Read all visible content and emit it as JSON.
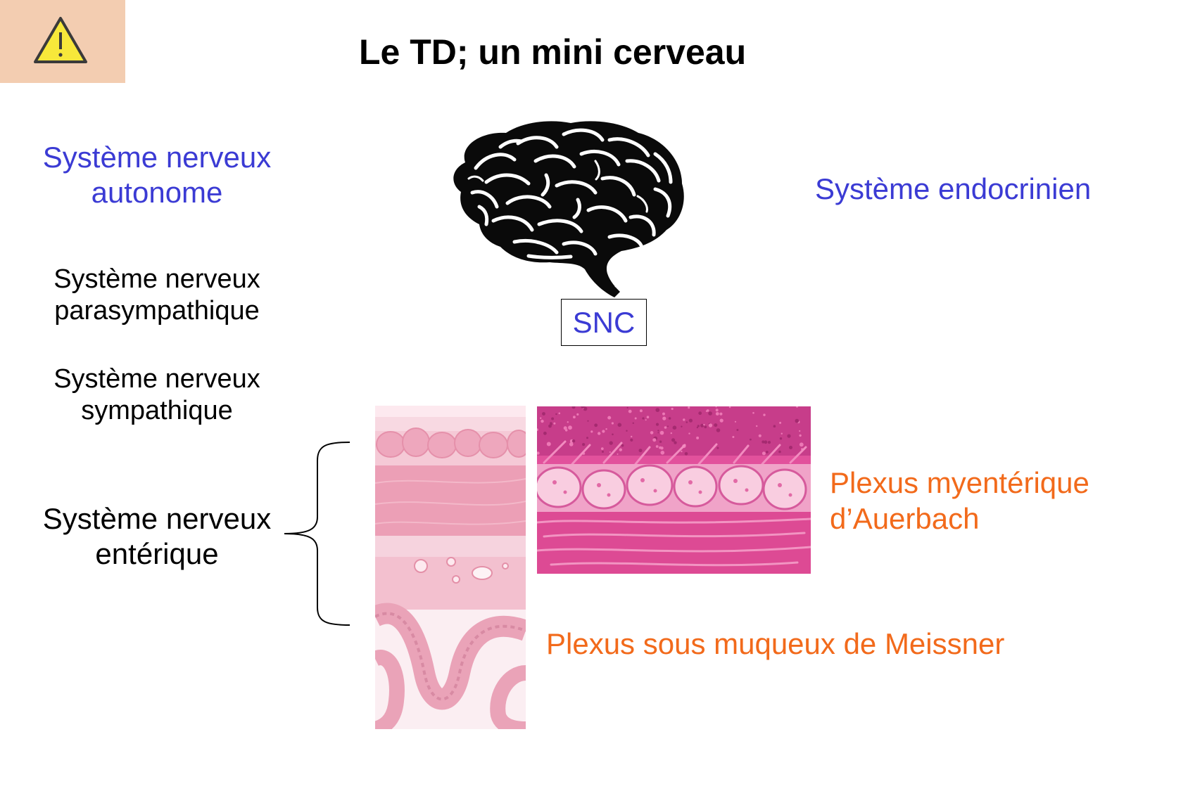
{
  "slide": {
    "title": "Le TD; un mini cerveau"
  },
  "icons": {
    "warning": "warning-icon",
    "brain": "brain-icon"
  },
  "colors": {
    "badge_background": "#f3cdb1",
    "badge_icon": "#f7e83a",
    "blue_text": "#3b3bd4",
    "orange_text": "#f26a1b",
    "black_text": "#000000"
  },
  "labels": {
    "autonome": {
      "line1": "Système nerveux",
      "line2": "autonome"
    },
    "parasympathique": {
      "line1": "Système nerveux",
      "line2": "parasympathique"
    },
    "sympathique": {
      "line1": "Système nerveux",
      "line2": "sympathique"
    },
    "enterique": {
      "line1": "Système nerveux",
      "line2": "entérique"
    },
    "endocrinien": "Système endocrinien",
    "snc": "SNC",
    "auerbach": {
      "line1": "Plexus myentérique",
      "line2": "d’Auerbach"
    },
    "meissner": "Plexus sous muqueux de Meissner"
  }
}
